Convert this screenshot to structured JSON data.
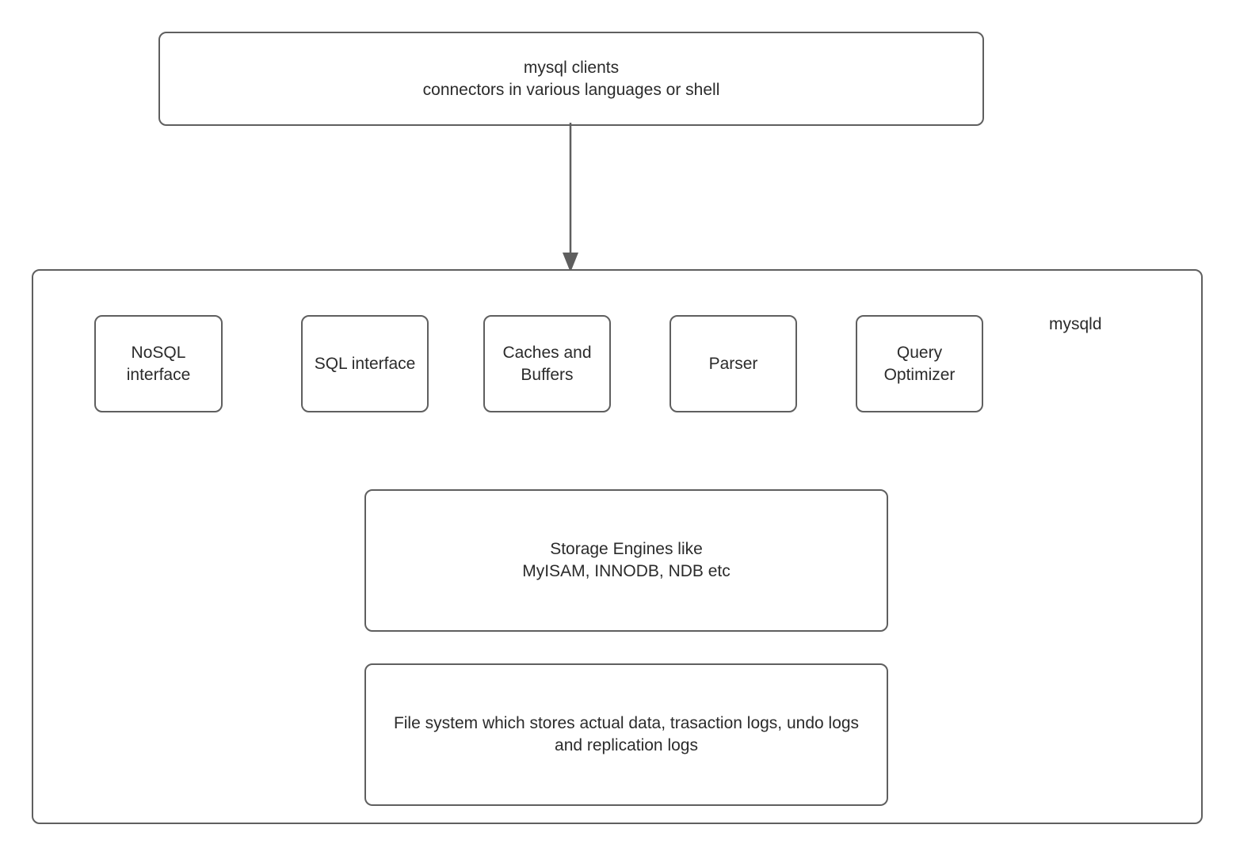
{
  "diagram": {
    "title": "mysqld architecture",
    "stroke_color": "#5f5f5f",
    "text_color": "#2b2b2b",
    "background_color": "#ffffff",
    "nodes": {
      "clients": {
        "label": "mysql clients\nconnectors in various languages or shell"
      },
      "mysqld": {
        "label": "mysqld"
      },
      "nosql_interface": {
        "label": "NoSQL\ninterface"
      },
      "sql_interface": {
        "label": "SQL interface"
      },
      "caches_and_buffers": {
        "label": "Caches and\nBuffers"
      },
      "parser": {
        "label": "Parser"
      },
      "query_optimizer": {
        "label": "Query\nOptimizer"
      },
      "storage_engines": {
        "label": "Storage Engines like\nMyISAM, INNODB, NDB etc"
      },
      "file_system": {
        "label": "File system which stores actual data, trasaction logs, undo logs\nand replication logs"
      }
    },
    "connectors": [
      {
        "name": "clients-to-mysqld",
        "from": "clients",
        "to": "mysqld",
        "style": "solid-line-with-arrowhead",
        "direction": "down"
      }
    ]
  }
}
